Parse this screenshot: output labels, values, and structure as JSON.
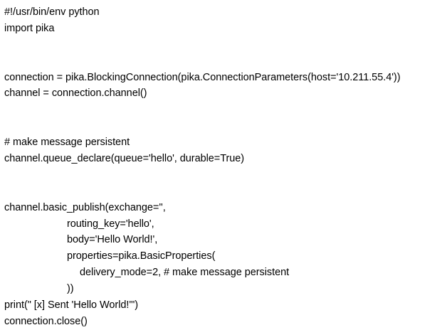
{
  "document": {
    "type": "python-source-listing",
    "language": "python",
    "background_color": "#ffffff",
    "text_color": "#000000",
    "lines": [
      {
        "text": "#!/usr/bin/env python",
        "indent": 0,
        "kind": "shebang"
      },
      {
        "text": "import pika",
        "indent": 0,
        "kind": "import"
      },
      {
        "text": "",
        "indent": 0,
        "kind": "blank"
      },
      {
        "text": "",
        "indent": 0,
        "kind": "blank"
      },
      {
        "text": "connection = pika.BlockingConnection(pika.ConnectionParameters(host='10.211.55.4'))",
        "indent": 0,
        "kind": "code"
      },
      {
        "text": "channel = connection.channel()",
        "indent": 0,
        "kind": "code"
      },
      {
        "text": "",
        "indent": 0,
        "kind": "blank"
      },
      {
        "text": "",
        "indent": 0,
        "kind": "blank"
      },
      {
        "text": "# make message persistent",
        "indent": 0,
        "kind": "comment"
      },
      {
        "text": "channel.queue_declare(queue='hello', durable=True)",
        "indent": 0,
        "kind": "code"
      },
      {
        "text": "",
        "indent": 0,
        "kind": "blank"
      },
      {
        "text": "",
        "indent": 0,
        "kind": "blank"
      },
      {
        "text": "channel.basic_publish(exchange='',",
        "indent": 0,
        "kind": "code"
      },
      {
        "text": "routing_key='hello',",
        "indent": 1,
        "kind": "code"
      },
      {
        "text": "body='Hello World!',",
        "indent": 1,
        "kind": "code"
      },
      {
        "text": "properties=pika.BasicProperties(",
        "indent": 1,
        "kind": "code"
      },
      {
        "text": "delivery_mode=2, # make message persistent",
        "indent": 2,
        "kind": "code"
      },
      {
        "text": "))",
        "indent": 1,
        "kind": "code"
      },
      {
        "text": "print(\" [x] Sent 'Hello World!'\")",
        "indent": 0,
        "kind": "code"
      },
      {
        "text": "connection.close()",
        "indent": 0,
        "kind": "code"
      }
    ]
  }
}
